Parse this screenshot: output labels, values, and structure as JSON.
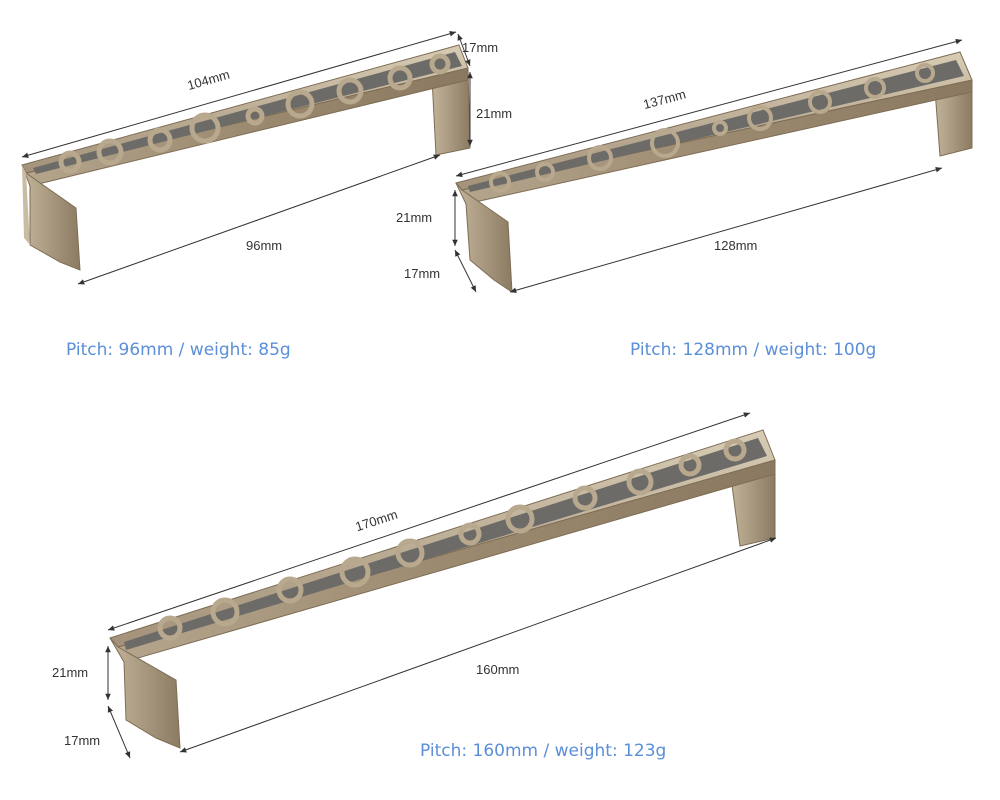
{
  "colors": {
    "caption": "#5b8fd9",
    "bronze": "#a3917a",
    "insert": "#6d6b68",
    "dimension_line": "#333333"
  },
  "handles": [
    {
      "id": "handle-96",
      "length_label": "104mm",
      "height_label": "21mm",
      "depth_label": "17mm",
      "pitch_label": "96mm",
      "caption": "Pitch: 96mm / weight: 85g"
    },
    {
      "id": "handle-128",
      "length_label": "137mm",
      "height_label": "21mm",
      "depth_label": "17mm",
      "pitch_label": "128mm",
      "caption": "Pitch: 128mm / weight: 100g"
    },
    {
      "id": "handle-160",
      "length_label": "170mm",
      "height_label": "21mm",
      "depth_label": "17mm",
      "pitch_label": "160mm",
      "caption": "Pitch: 160mm / weight: 123g"
    }
  ]
}
